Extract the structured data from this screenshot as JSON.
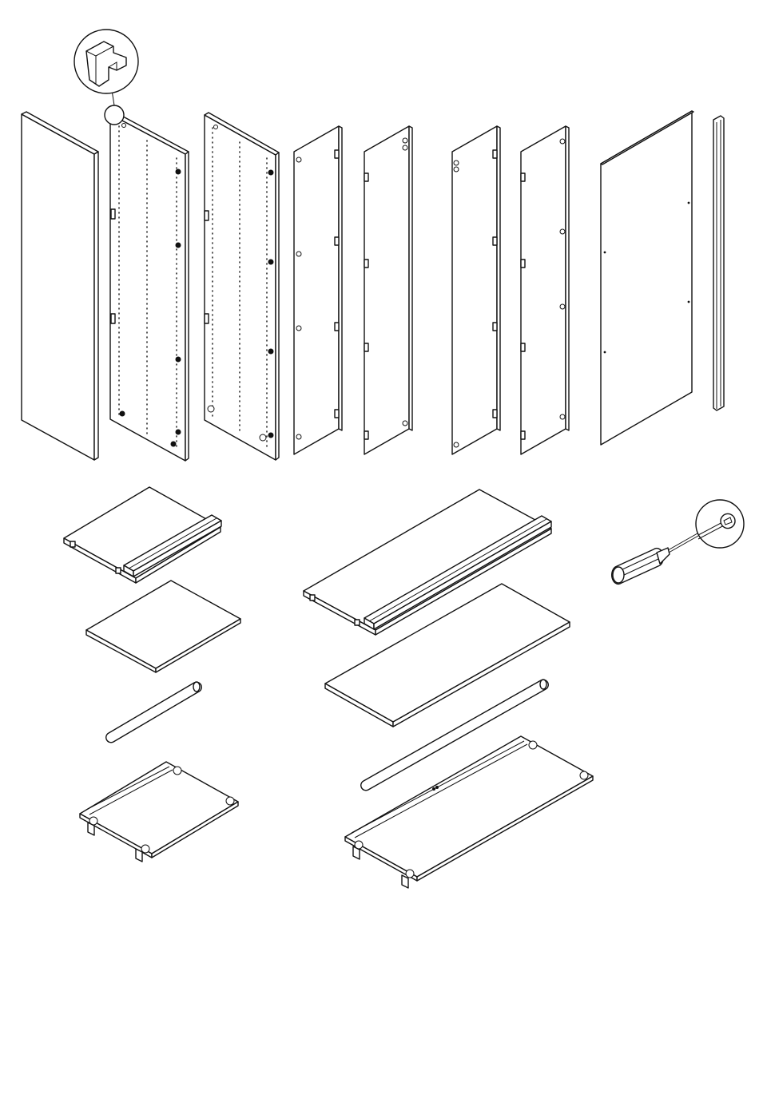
{
  "diagram": {
    "colors": {
      "line": "#111111",
      "fill": "#ffffff"
    },
    "parts": [
      {
        "id": "side-panel-plain",
        "icon": "panel"
      },
      {
        "id": "side-panel-drilled-left",
        "icon": "panel"
      },
      {
        "id": "side-panel-drilled-right",
        "icon": "panel"
      },
      {
        "id": "door-panel-1",
        "icon": "door"
      },
      {
        "id": "door-panel-2",
        "icon": "door"
      },
      {
        "id": "door-panel-3",
        "icon": "door"
      },
      {
        "id": "door-panel-4",
        "icon": "door"
      },
      {
        "id": "back-panel",
        "icon": "panel"
      },
      {
        "id": "rail-strip",
        "icon": "rail"
      },
      {
        "id": "top-board-small",
        "icon": "board"
      },
      {
        "id": "shelf-small",
        "icon": "board"
      },
      {
        "id": "rod-small",
        "icon": "rod"
      },
      {
        "id": "bottom-board-small",
        "icon": "board"
      },
      {
        "id": "top-board-large",
        "icon": "board"
      },
      {
        "id": "shelf-large",
        "icon": "board"
      },
      {
        "id": "rod-large",
        "icon": "rod"
      },
      {
        "id": "bottom-board-large",
        "icon": "board"
      },
      {
        "id": "screwdriver",
        "icon": "screwdriver-icon"
      }
    ],
    "details": [
      {
        "id": "joint-detail",
        "icon": "magnifier-icon"
      },
      {
        "id": "screwdriver-tip-detail",
        "icon": "magnifier-icon"
      }
    ]
  }
}
